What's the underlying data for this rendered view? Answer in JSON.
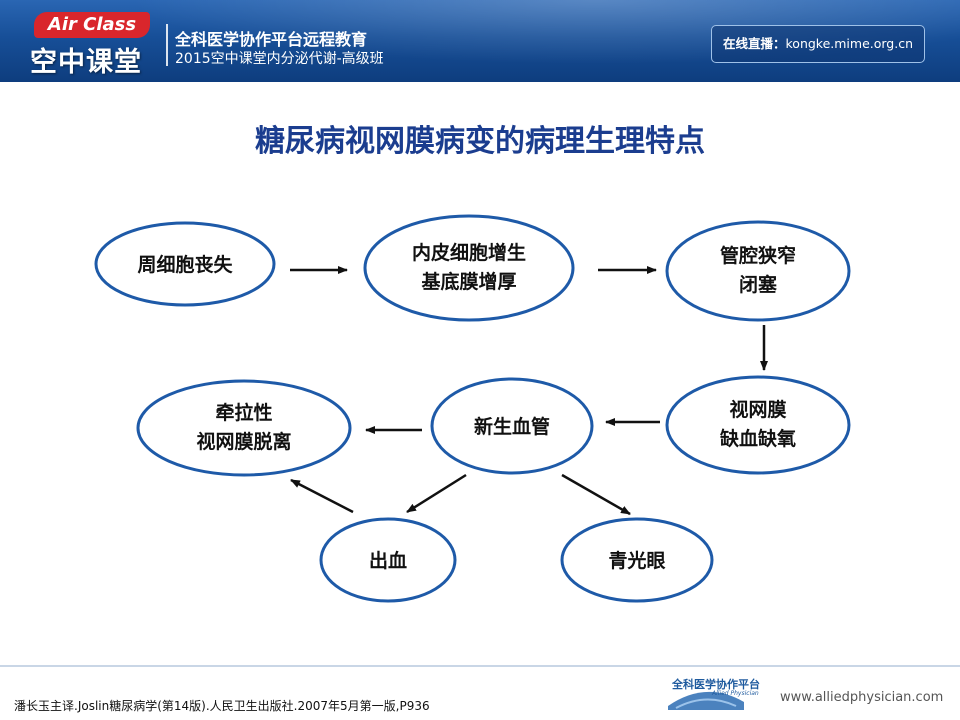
{
  "header": {
    "logo_badge": "Air Class",
    "logo_cn": "空中课堂",
    "line1": "全科医学协作平台远程教育",
    "line2": "2015空中课堂内分泌代谢-高级班",
    "live_label": "在线直播：",
    "live_url": "kongke.mime.org.cn"
  },
  "slide": {
    "title": "糖尿病视网膜病变的病理生理特点"
  },
  "diagram": {
    "nodes": {
      "pericyte": {
        "line1": "周细胞丧失"
      },
      "endothelial": {
        "line1": "内皮细胞增生",
        "line2": "基底膜增厚"
      },
      "lumen": {
        "line1": "管腔狭窄",
        "line2": "闭塞"
      },
      "ischemia": {
        "line1": "视网膜",
        "line2": "缺血缺氧"
      },
      "neovascular": {
        "line1": "新生血管"
      },
      "detachment": {
        "line1": "牵拉性",
        "line2": "视网膜脱离"
      },
      "hemorrhage": {
        "line1": "出血"
      },
      "glaucoma": {
        "line1": "青光眼"
      }
    },
    "edges": [
      {
        "from": "pericyte",
        "to": "endothelial"
      },
      {
        "from": "endothelial",
        "to": "lumen"
      },
      {
        "from": "lumen",
        "to": "ischemia"
      },
      {
        "from": "ischemia",
        "to": "neovascular"
      },
      {
        "from": "neovascular",
        "to": "detachment"
      },
      {
        "from": "neovascular",
        "to": "hemorrhage"
      },
      {
        "from": "neovascular",
        "to": "glaucoma"
      },
      {
        "from": "hemorrhage",
        "to": "detachment"
      }
    ],
    "colors": {
      "node_stroke": "#1e5aa8",
      "arrow": "#111111"
    }
  },
  "footer": {
    "citation": "潘长玉主译.Joslin糖尿病学(第14版).人民卫生出版社.2007年5月第一版,P936",
    "logo_text": "全科医学协作平台",
    "logo_sub": "Allied Physician",
    "url": "www.alliedphysician.com"
  }
}
